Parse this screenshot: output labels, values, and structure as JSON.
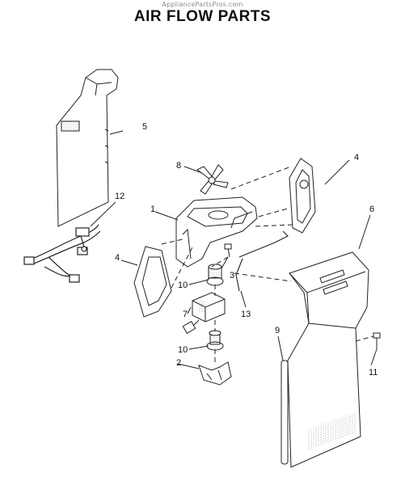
{
  "watermark": "AppliancePartsPros.com",
  "title": "AIR FLOW PARTS",
  "callouts": {
    "c1": "1",
    "c2": "2",
    "c3": "3",
    "c4a": "4",
    "c4b": "4",
    "c5": "5",
    "c6": "6",
    "c7": "7",
    "c8": "8",
    "c9": "9",
    "c10a": "10",
    "c10b": "10",
    "c11": "11",
    "c12": "12",
    "c13": "13"
  }
}
